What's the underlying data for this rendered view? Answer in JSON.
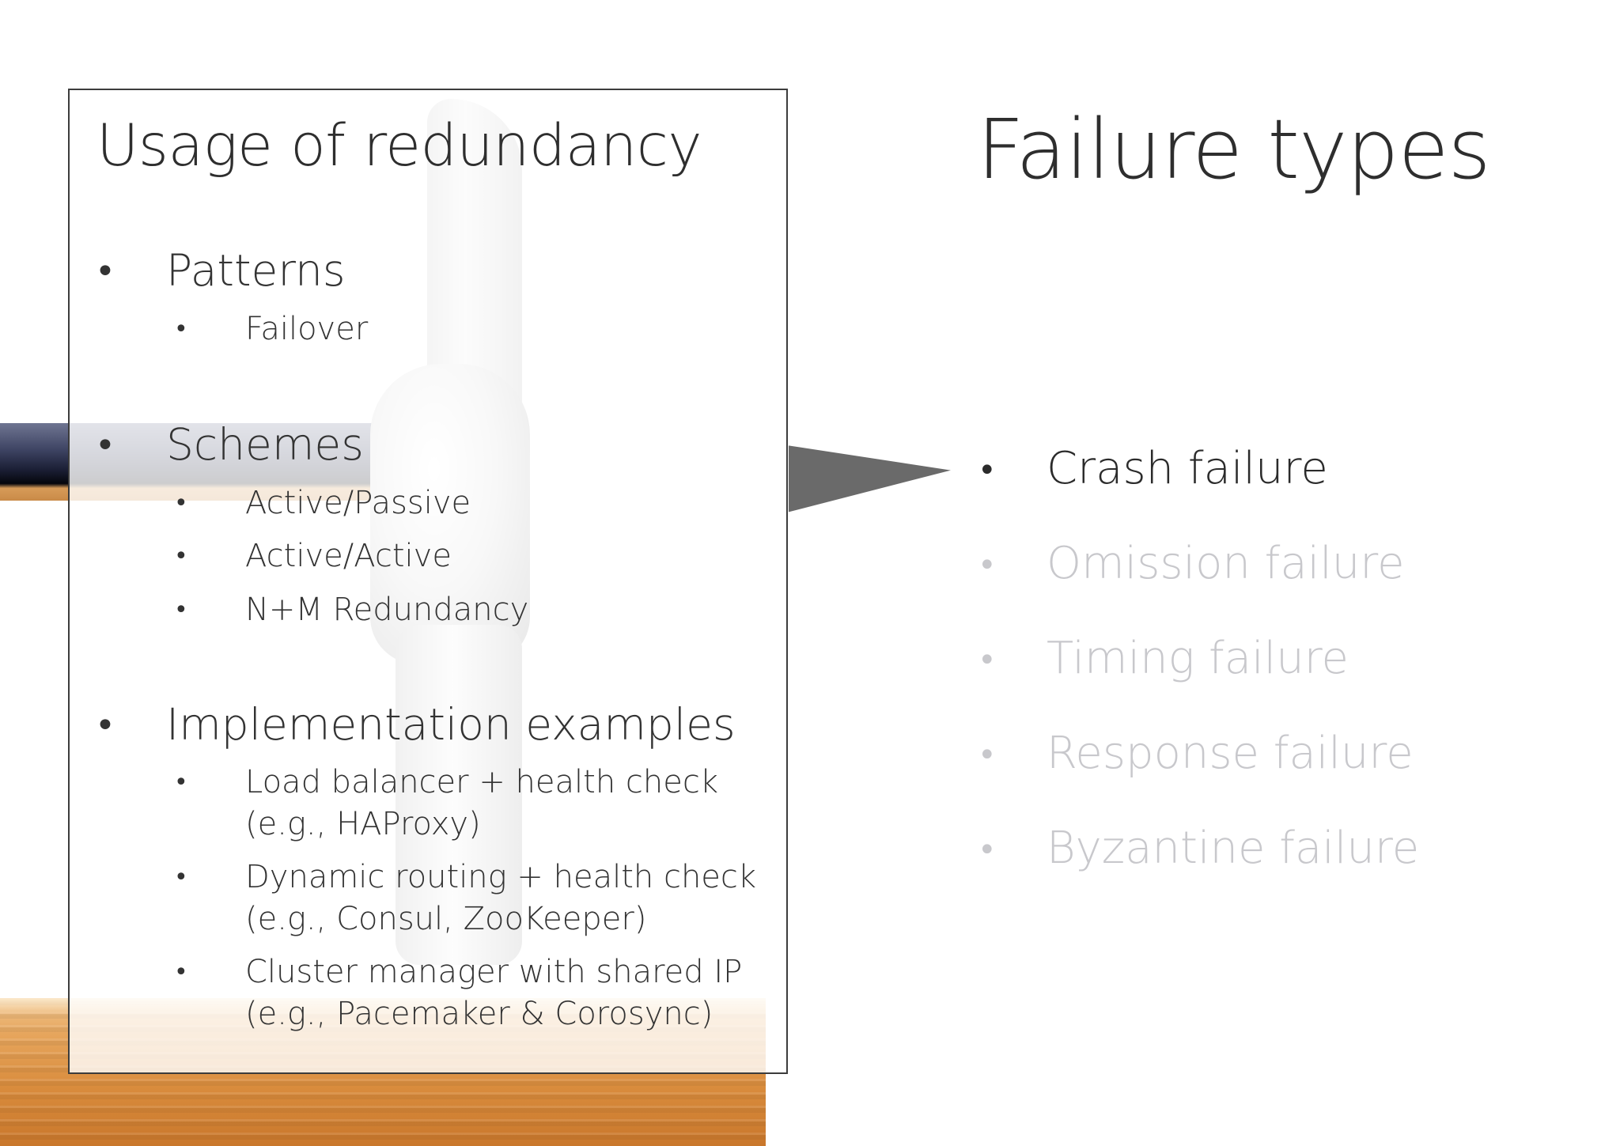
{
  "left_panel": {
    "title": "Usage of redundancy",
    "sections": [
      {
        "label": "Patterns",
        "items": [
          "Failover"
        ]
      },
      {
        "label": "Schemes",
        "items": [
          "Active/Passive",
          "Active/Active",
          "N+M Redundancy"
        ]
      },
      {
        "label": "Implementation examples",
        "items": [
          {
            "line1": "Load balancer + health check",
            "line2": "(e.g., HAProxy)"
          },
          {
            "line1": "Dynamic routing + health check",
            "line2": "(e.g., Consul, ZooKeeper)"
          },
          {
            "line1": "Cluster manager with shared IP",
            "line2": "(e.g., Pacemaker & Corosync)"
          }
        ]
      }
    ]
  },
  "right_panel": {
    "title": "Failure types",
    "items": [
      {
        "label": "Crash failure",
        "state": "active"
      },
      {
        "label": "Omission failure",
        "state": "dimmed"
      },
      {
        "label": "Timing failure",
        "state": "dimmed"
      },
      {
        "label": "Response failure",
        "state": "dimmed"
      },
      {
        "label": "Byzantine failure",
        "state": "dimmed"
      }
    ]
  },
  "bullet_glyph": "•",
  "colors": {
    "text_active": "#2b2b2b",
    "text_dimmed": "#c8c8cc",
    "pointer": "#6a6a6a",
    "panel_border": "#3c3c3c"
  }
}
